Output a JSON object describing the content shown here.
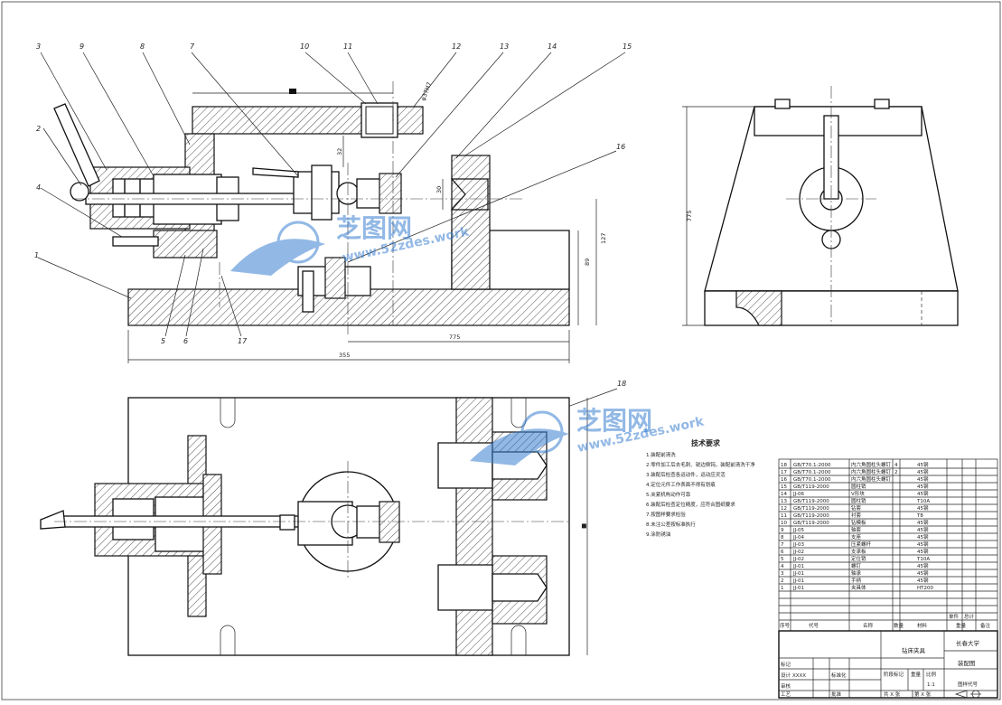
{
  "part_labels": [
    "1",
    "2",
    "3",
    "4",
    "5",
    "6",
    "7",
    "8",
    "9",
    "10",
    "11",
    "12",
    "13",
    "14",
    "15",
    "16",
    "17",
    "18"
  ],
  "dimensions": {
    "d355": "355",
    "d775h": "775",
    "d775v": "775",
    "d127": "127",
    "d89": "89",
    "d32": "32",
    "d30": "30",
    "d37": "φ37H7"
  },
  "notes": {
    "title": "技术要求",
    "lines": [
      "1.装配前清洗",
      "2.零件加工后去毛刺、锐边倒钝，装配前清洗干净",
      "3.装配后检查各运动件，运动应灵活",
      "4.定位元件工作表面不得有划痕",
      "5.夹紧机构动作可靠",
      "6.装配后检查定位精度，应符合图纸要求",
      "7.按图样要求检验",
      "8.未注公差按标准执行",
      "9.涂防锈油"
    ]
  },
  "bom": {
    "rows": [
      {
        "no": "18",
        "code": "GB/T70.1-2000",
        "name": "内六角圆柱头螺钉",
        "qty": "4",
        "mat": "45钢"
      },
      {
        "no": "17",
        "code": "GB/T70.1-2000",
        "name": "内六角圆柱头螺钉",
        "qty": "2",
        "mat": "45钢"
      },
      {
        "no": "16",
        "code": "GB/T70.1-2000",
        "name": "内六角圆柱头螺钉",
        "qty": "",
        "mat": "45钢"
      },
      {
        "no": "15",
        "code": "GB/T119-2000",
        "name": "圆柱销",
        "qty": "",
        "mat": "45钢"
      },
      {
        "no": "14",
        "code": "JJ-06",
        "name": "V形块",
        "qty": "",
        "mat": "45钢"
      },
      {
        "no": "13",
        "code": "GB/T119-2000",
        "name": "圆柱销",
        "qty": "",
        "mat": "T10A"
      },
      {
        "no": "12",
        "code": "GB/T119-2000",
        "name": "钻套",
        "qty": "",
        "mat": "45钢"
      },
      {
        "no": "11",
        "code": "GB/T119-2000",
        "name": "衬套",
        "qty": "",
        "mat": "T8"
      },
      {
        "no": "10",
        "code": "GB/T119-2000",
        "name": "钻模板",
        "qty": "",
        "mat": "45钢"
      },
      {
        "no": "9",
        "code": "JJ-05",
        "name": "轴套",
        "qty": "",
        "mat": "45钢"
      },
      {
        "no": "8",
        "code": "JJ-04",
        "name": "支座",
        "qty": "",
        "mat": "45钢"
      },
      {
        "no": "7",
        "code": "JJ-03",
        "name": "压紧螺杆",
        "qty": "",
        "mat": "45钢"
      },
      {
        "no": "6",
        "code": "JJ-02",
        "name": "支承板",
        "qty": "",
        "mat": "45钢"
      },
      {
        "no": "5",
        "code": "JJ-02",
        "name": "定位销",
        "qty": "",
        "mat": "T10A"
      },
      {
        "no": "4",
        "code": "JJ-01",
        "name": "螺钉",
        "qty": "",
        "mat": "45钢"
      },
      {
        "no": "3",
        "code": "JJ-01",
        "name": "轴承",
        "qty": "",
        "mat": "45钢"
      },
      {
        "no": "2",
        "code": "JJ-01",
        "name": "手柄",
        "qty": "",
        "mat": "45钢"
      },
      {
        "no": "1",
        "code": "JJ-01",
        "name": "夹具体",
        "qty": "",
        "mat": "HT200"
      }
    ],
    "header": [
      "序号",
      "代号",
      "名称",
      "数量",
      "材料",
      "单件",
      "总计",
      "备注"
    ],
    "weight_label": "重量"
  },
  "titleblock": {
    "university": "长春大学",
    "part": "钻床夹具",
    "drawing": "装配图",
    "scale": "1:1",
    "scale_label": "比例",
    "weight_label": "重量",
    "designer_label": "设计",
    "designer": "XXXX",
    "std_label": "标准化",
    "check_label": "审核",
    "process_label": "工艺",
    "approve_label": "批准",
    "sheet_total": "共 X 张",
    "sheet_no": "第 X 张",
    "stage_label": "阶段标记",
    "mark_label": "标记",
    "code": "图样代号"
  },
  "watermark": {
    "brand": "芝图网",
    "url": "www.52zdes.work"
  }
}
